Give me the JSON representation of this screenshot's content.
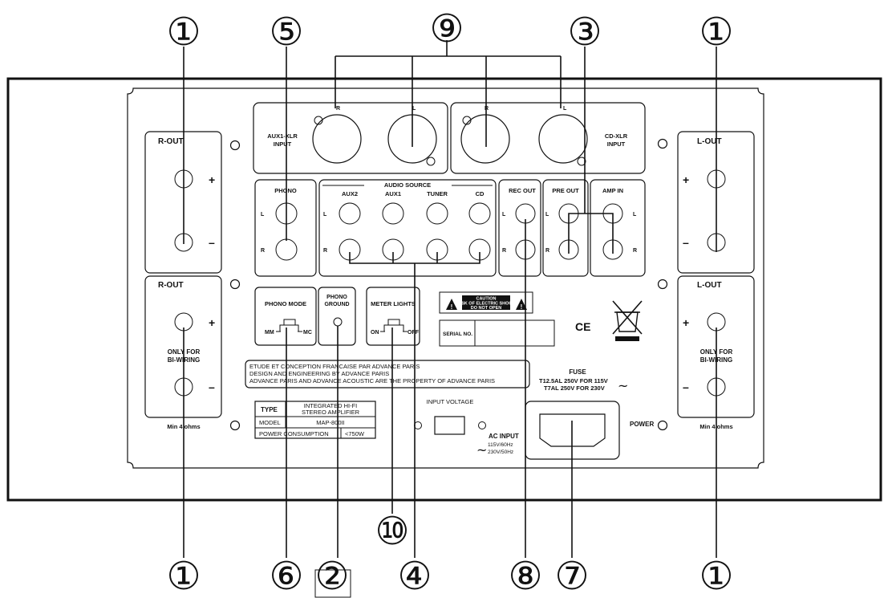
{
  "callouts": {
    "top": [
      "①",
      "⑤",
      "⑨",
      "③",
      "①"
    ],
    "bottom": [
      "①",
      "⑥",
      "②",
      "⑩",
      "④",
      "⑧",
      "⑦",
      "①"
    ]
  },
  "xlr": {
    "left_title": [
      "AUX1-XLR",
      "INPUT"
    ],
    "right_title": [
      "CD-XLR",
      "INPUT"
    ],
    "r": "R",
    "l": "L"
  },
  "speaker": {
    "r_out": "R-OUT",
    "l_out": "L-OUT",
    "plus": "+",
    "minus": "–",
    "bi_wiring": [
      "ONLY FOR",
      "BI-WIRING"
    ],
    "min_ohms": "Min 4 ohms"
  },
  "phono": {
    "title": "PHONO",
    "l": "L",
    "r": "R"
  },
  "audio_source": {
    "title": "AUDIO SOURCE",
    "inputs": [
      "AUX2",
      "AUX1",
      "TUNER",
      "CD"
    ],
    "l": "L",
    "r": "R"
  },
  "rec_out": "REC OUT",
  "pre_out": "PRE OUT",
  "amp_in": "AMP IN",
  "phono_mode": {
    "title": "PHONO MODE",
    "mm": "MM",
    "mc": "MC"
  },
  "phono_ground": [
    "PHONO",
    "GROUND"
  ],
  "meter_lights": {
    "title": "METER LIGHTS",
    "on": "ON",
    "off": "OFF"
  },
  "caution": {
    "title": "CAUTION",
    "line1": "RISK OF ELECTRIC SHOCK",
    "line2": "DO NOT OPEN"
  },
  "serial_no": "SERIAL NO.",
  "ce_mark": "CE",
  "info_text": [
    "ETUDE ET CONCEPTION FRANCAISE PAR ADVANCE PARIS",
    "DESIGN AND ENGINEERING BY ADVANCE PARIS",
    "ADVANCE PARIS AND ADVANCE ACOUSTIC ARE THE PROPERTY OF ADVANCE PARIS"
  ],
  "fuse": {
    "title": "FUSE",
    "line1": "T12.5AL  250V  FOR  115V",
    "line2": "T7AL   250V  FOR  230V",
    "tilde": "~"
  },
  "spec_table": {
    "type_label": "TYPE",
    "type_value": [
      "INTEGRATED HI-FI",
      "STEREO AMPLIFIER"
    ],
    "model_label": "MODEL",
    "model_value": "MAP-800II",
    "power_label": "POWER  CONSUMPTION",
    "power_value": "<750W"
  },
  "input_voltage": "INPUT VOLTAGE",
  "ac_input": {
    "title": "AC INPUT",
    "v1": "115V/60Hz",
    "v2": "230V/50Hz",
    "tilde": "~"
  },
  "power": "POWER"
}
